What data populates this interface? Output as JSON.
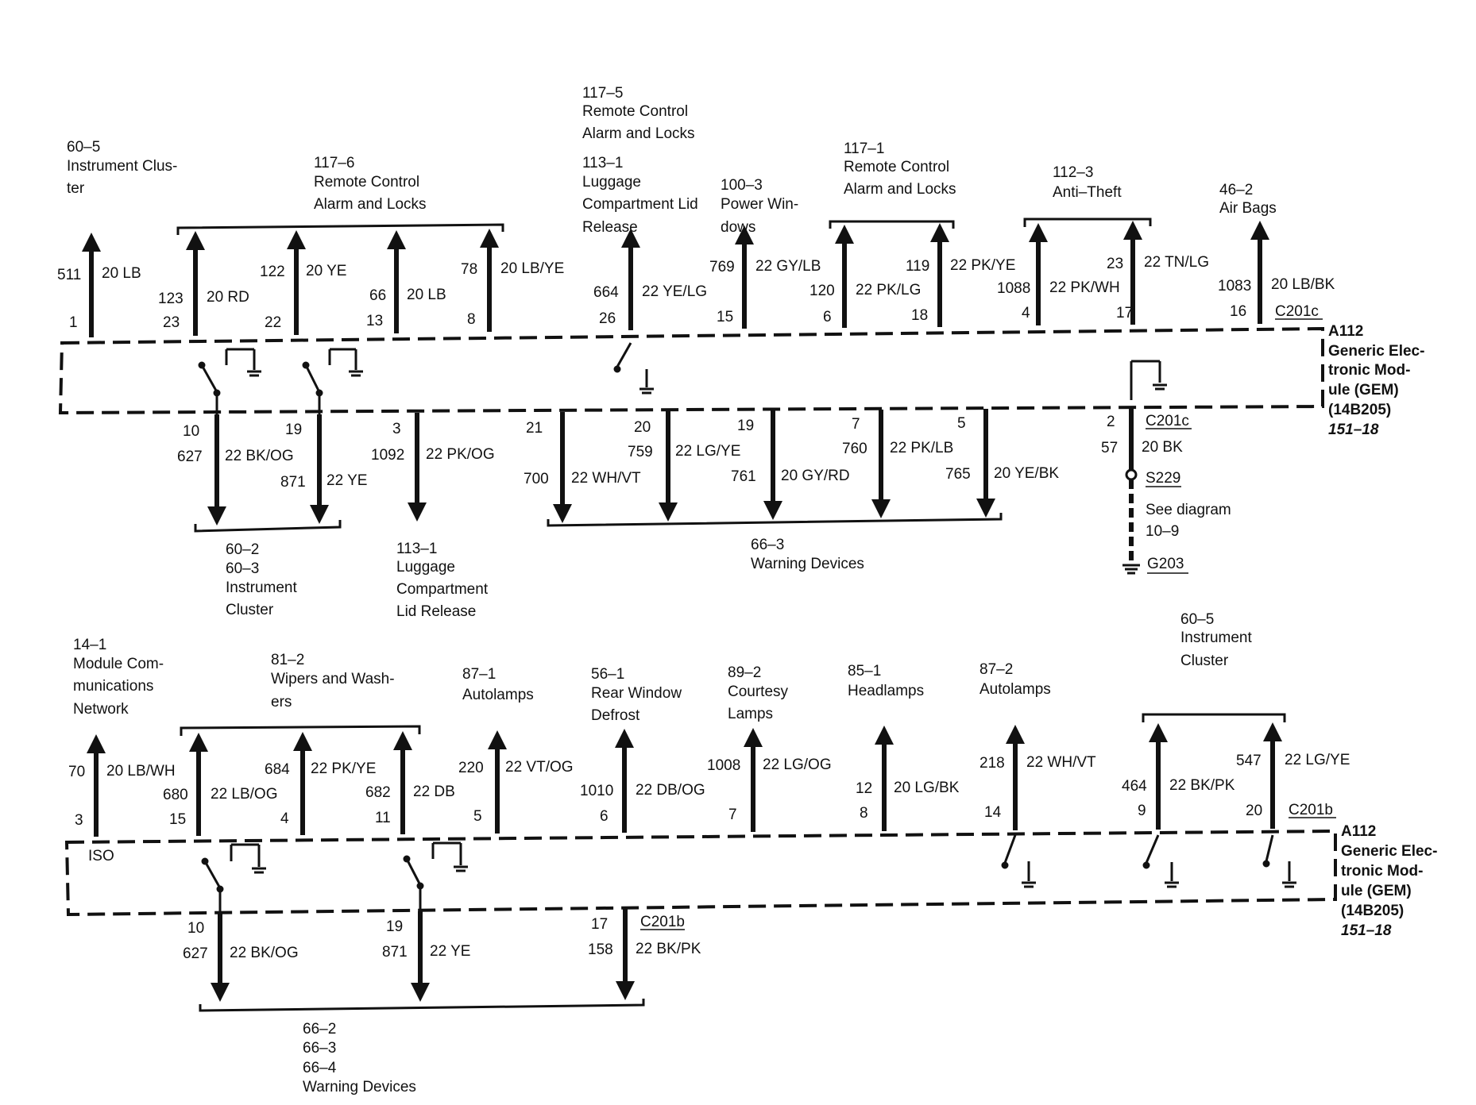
{
  "top": {
    "module": [
      "A112",
      "Generic Elec-",
      "tronic Mod-",
      "ule (GEM)",
      "(14B205)",
      "151–18"
    ],
    "groups_up": [
      [
        "60–5",
        "Instrument Clus-",
        "ter"
      ],
      [
        "117–6",
        "Remote Control",
        "Alarm and Locks"
      ],
      [
        "117–5",
        "Remote Control",
        "Alarm and Locks"
      ],
      [
        "113–1",
        "Luggage",
        "Compartment Lid",
        "Release"
      ],
      [
        "100–3",
        "Power Win-",
        "dows"
      ],
      [
        "117–1",
        "Remote Control",
        "Alarm and Locks"
      ],
      [
        "112–3",
        "Anti–Theft"
      ],
      [
        "46–2",
        "Air Bags"
      ]
    ],
    "wires_up": [
      {
        "pin": "1",
        "circuit": "511",
        "color": "20 LB"
      },
      {
        "pin": "23",
        "circuit": "123",
        "color": "20 RD"
      },
      {
        "pin": "22",
        "circuit": "122",
        "color": "20 YE"
      },
      {
        "pin": "13",
        "circuit": "66",
        "color": "20 LB"
      },
      {
        "pin": "8",
        "circuit": "78",
        "color": "20 LB/YE"
      },
      {
        "pin": "26",
        "circuit": "664",
        "color": "22 YE/LG"
      },
      {
        "pin": "15",
        "circuit": "769",
        "color": "22 GY/LB"
      },
      {
        "pin": "6",
        "circuit": "120",
        "color": "22 PK/LG"
      },
      {
        "pin": "18",
        "circuit": "119",
        "color": "22 PK/YE"
      },
      {
        "pin": "4",
        "circuit": "1088",
        "color": "22 PK/WH"
      },
      {
        "pin": "17",
        "circuit": "23",
        "color": "22 TN/LG"
      },
      {
        "pin": "16",
        "circuit": "1083",
        "color": "20 LB/BK"
      }
    ],
    "connector": "C201c",
    "wires_down": [
      {
        "pin": "10",
        "circuit": "627",
        "color": "22 BK/OG"
      },
      {
        "pin": "19",
        "circuit": "871",
        "color": "22 YE"
      },
      {
        "pin": "3",
        "circuit": "1092",
        "color": "22 PK/OG"
      },
      {
        "pin": "21",
        "circuit": "700",
        "color": "22 WH/VT"
      },
      {
        "pin": "20",
        "circuit": "759",
        "color": "22 LG/YE"
      },
      {
        "pin": "19",
        "circuit": "761",
        "color": "20 GY/RD"
      },
      {
        "pin": "7",
        "circuit": "760",
        "color": "22 PK/LB"
      },
      {
        "pin": "5",
        "circuit": "765",
        "color": "20 YE/BK"
      }
    ],
    "ground": {
      "pin": "2",
      "connector": "C201c",
      "circuit": "57",
      "color": "20 BK",
      "splice": "S229",
      "note": [
        "See diagram",
        "10–9"
      ],
      "ground": "G203"
    },
    "groups_down": [
      [
        "60–2",
        "60–3",
        "Instrument",
        "Cluster"
      ],
      [
        "113–1",
        "Luggage",
        "Compartment",
        "Lid Release"
      ],
      [
        "66–3",
        "Warning Devices"
      ]
    ]
  },
  "bottom": {
    "module": [
      "A112",
      "Generic Elec-",
      "tronic Mod-",
      "ule (GEM)",
      "(14B205)",
      "151–18"
    ],
    "iso": "ISO",
    "groups_up": [
      [
        "14–1",
        "Module Com-",
        "munications",
        "Network"
      ],
      [
        "81–2",
        "Wipers and Wash-",
        "ers"
      ],
      [
        "87–1",
        "Autolamps"
      ],
      [
        "56–1",
        "Rear Window",
        "Defrost"
      ],
      [
        "89–2",
        "Courtesy",
        "Lamps"
      ],
      [
        "85–1",
        "Headlamps"
      ],
      [
        "87–2",
        "Autolamps"
      ],
      [
        "60–5",
        "Instrument",
        "Cluster"
      ]
    ],
    "wires_up": [
      {
        "pin": "3",
        "circuit": "70",
        "color": "20 LB/WH"
      },
      {
        "pin": "15",
        "circuit": "680",
        "color": "22 LB/OG"
      },
      {
        "pin": "4",
        "circuit": "684",
        "color": "22 PK/YE"
      },
      {
        "pin": "11",
        "circuit": "682",
        "color": "22 DB"
      },
      {
        "pin": "5",
        "circuit": "220",
        "color": "22 VT/OG"
      },
      {
        "pin": "6",
        "circuit": "1010",
        "color": "22 DB/OG"
      },
      {
        "pin": "7",
        "circuit": "1008",
        "color": "22 LG/OG"
      },
      {
        "pin": "8",
        "circuit": "12",
        "color": "20 LG/BK"
      },
      {
        "pin": "14",
        "circuit": "218",
        "color": "22 WH/VT"
      },
      {
        "pin": "9",
        "circuit": "464",
        "color": "22 BK/PK"
      },
      {
        "pin": "20",
        "circuit": "547",
        "color": "22 LG/YE"
      }
    ],
    "connector": "C201b",
    "wires_down": [
      {
        "pin": "10",
        "circuit": "627",
        "color": "22 BK/OG"
      },
      {
        "pin": "19",
        "circuit": "871",
        "color": "22 YE"
      },
      {
        "pin": "17",
        "circuit": "158",
        "color": "22 BK/PK",
        "connector": "C201b"
      }
    ],
    "groups_down": [
      [
        "66–2",
        "66–3",
        "66–4",
        "Warning Devices"
      ]
    ]
  }
}
